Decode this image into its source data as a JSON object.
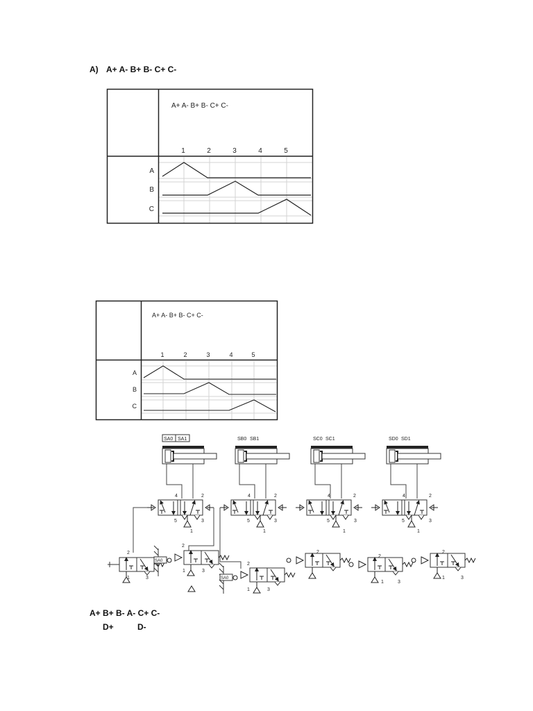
{
  "section_a": {
    "label": "A)",
    "sequence": "A+ A- B+ B- C+ C-"
  },
  "chart_data": [
    {
      "type": "line",
      "title": "A+ A- B+ B- C+ C-",
      "subtype": "displacement-step diagram",
      "x_ticks": [
        "1",
        "2",
        "3",
        "4",
        "5"
      ],
      "row_labels": [
        "A",
        "B",
        "C"
      ],
      "grid": true,
      "series": [
        {
          "name": "A",
          "values": [
            0,
            1,
            0,
            0,
            0,
            0,
            0
          ]
        },
        {
          "name": "B",
          "values": [
            0,
            0,
            0,
            1,
            0,
            0,
            0
          ]
        },
        {
          "name": "C",
          "values": [
            0,
            0,
            0,
            0,
            0,
            1,
            0
          ]
        }
      ]
    },
    {
      "type": "line",
      "title": "A+ A- B+ B- C+ C-",
      "subtype": "displacement-step diagram",
      "x_ticks": [
        "1",
        "2",
        "3",
        "4",
        "5"
      ],
      "row_labels": [
        "A",
        "B",
        "C"
      ],
      "grid": true,
      "series": [
        {
          "name": "A",
          "values": [
            0,
            1,
            0,
            0,
            0,
            0,
            0
          ]
        },
        {
          "name": "B",
          "values": [
            0,
            0,
            0,
            1,
            0,
            0,
            0
          ]
        },
        {
          "name": "C",
          "values": [
            0,
            0,
            0,
            0,
            0,
            1,
            0
          ]
        }
      ]
    }
  ],
  "chart1": {
    "title": "A+ A- B+ B- C+ C-",
    "ticks": [
      "1",
      "2",
      "3",
      "4",
      "5"
    ],
    "rows": [
      "A",
      "B",
      "C"
    ]
  },
  "chart2": {
    "title": "A+ A- B+ B- C+ C-",
    "ticks": [
      "1",
      "2",
      "3",
      "4",
      "5"
    ],
    "rows": [
      "A",
      "B",
      "C"
    ]
  },
  "circuit": {
    "cylinders": [
      {
        "name": "A",
        "sensors": [
          "SA0",
          "SA1"
        ]
      },
      {
        "name": "B",
        "sensors": [
          "SB0",
          "SB1"
        ]
      },
      {
        "name": "C",
        "sensors": [
          "SC0",
          "SC1"
        ]
      },
      {
        "name": "D",
        "sensors": [
          "SD0",
          "SD1"
        ]
      }
    ],
    "valve_ports": {
      "p4": "4",
      "p2": "2",
      "p5": "5",
      "p3": "3",
      "p1": "1"
    },
    "limit_valve_ports": {
      "p2": "2",
      "p1": "1",
      "p3": "3"
    },
    "roller_labels": [
      "SA0",
      "SA0"
    ]
  },
  "section_b": {
    "line1": "A+ B+ B- A- C+ C-",
    "line2_left": "D+",
    "line2_right": "D-"
  }
}
